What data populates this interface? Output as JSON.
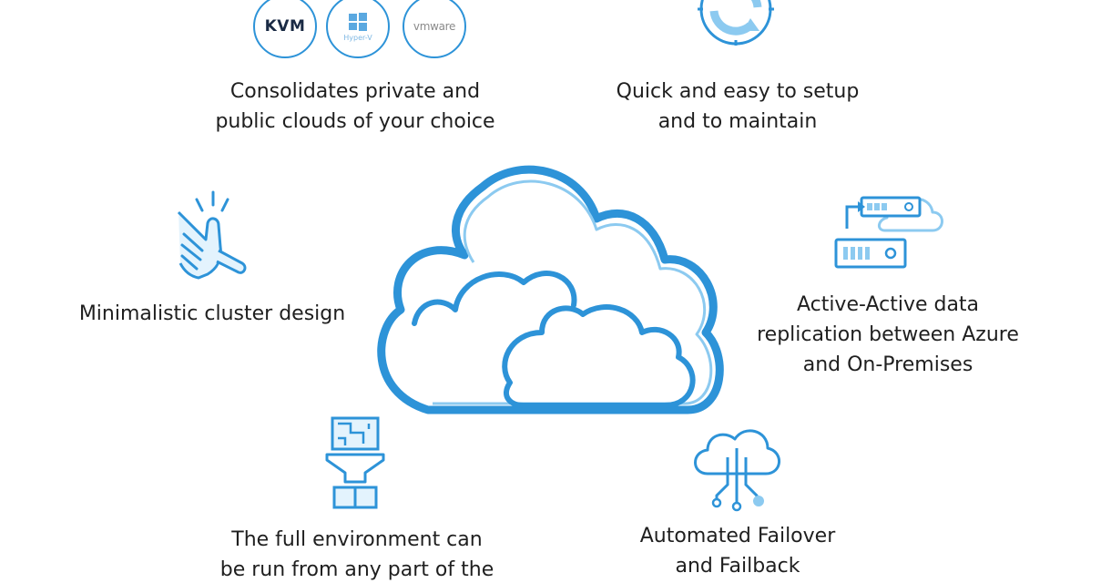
{
  "features": {
    "clouds": {
      "line1": "Consolidates private and",
      "line2": "public clouds of your choice"
    },
    "setup": {
      "line1": "Quick and easy to setup",
      "line2": "and to maintain"
    },
    "cluster": {
      "line1": "Minimalistic cluster design"
    },
    "replication": {
      "line1": "Active-Active data",
      "line2": "replication between Azure",
      "line3": "and On-Premises"
    },
    "environment": {
      "line1": "The full environment can",
      "line2": "be run from any part of the"
    },
    "failover": {
      "line1": "Automated Failover",
      "line2": "and Failback"
    }
  },
  "logos": {
    "kvm": "KVM",
    "hyperv": "Hyper-V",
    "vmware": "vmware"
  },
  "icons": {
    "hero": "cloud-icon",
    "refresh": "refresh-icon",
    "hand": "snap-hand-icon",
    "servers": "server-sync-icon",
    "funnel": "funnel-icon",
    "cloud_network": "cloud-network-icon"
  },
  "colors": {
    "accent": "#2d93d8",
    "light_accent": "#8ccaf0",
    "text": "#1f1f1f"
  }
}
